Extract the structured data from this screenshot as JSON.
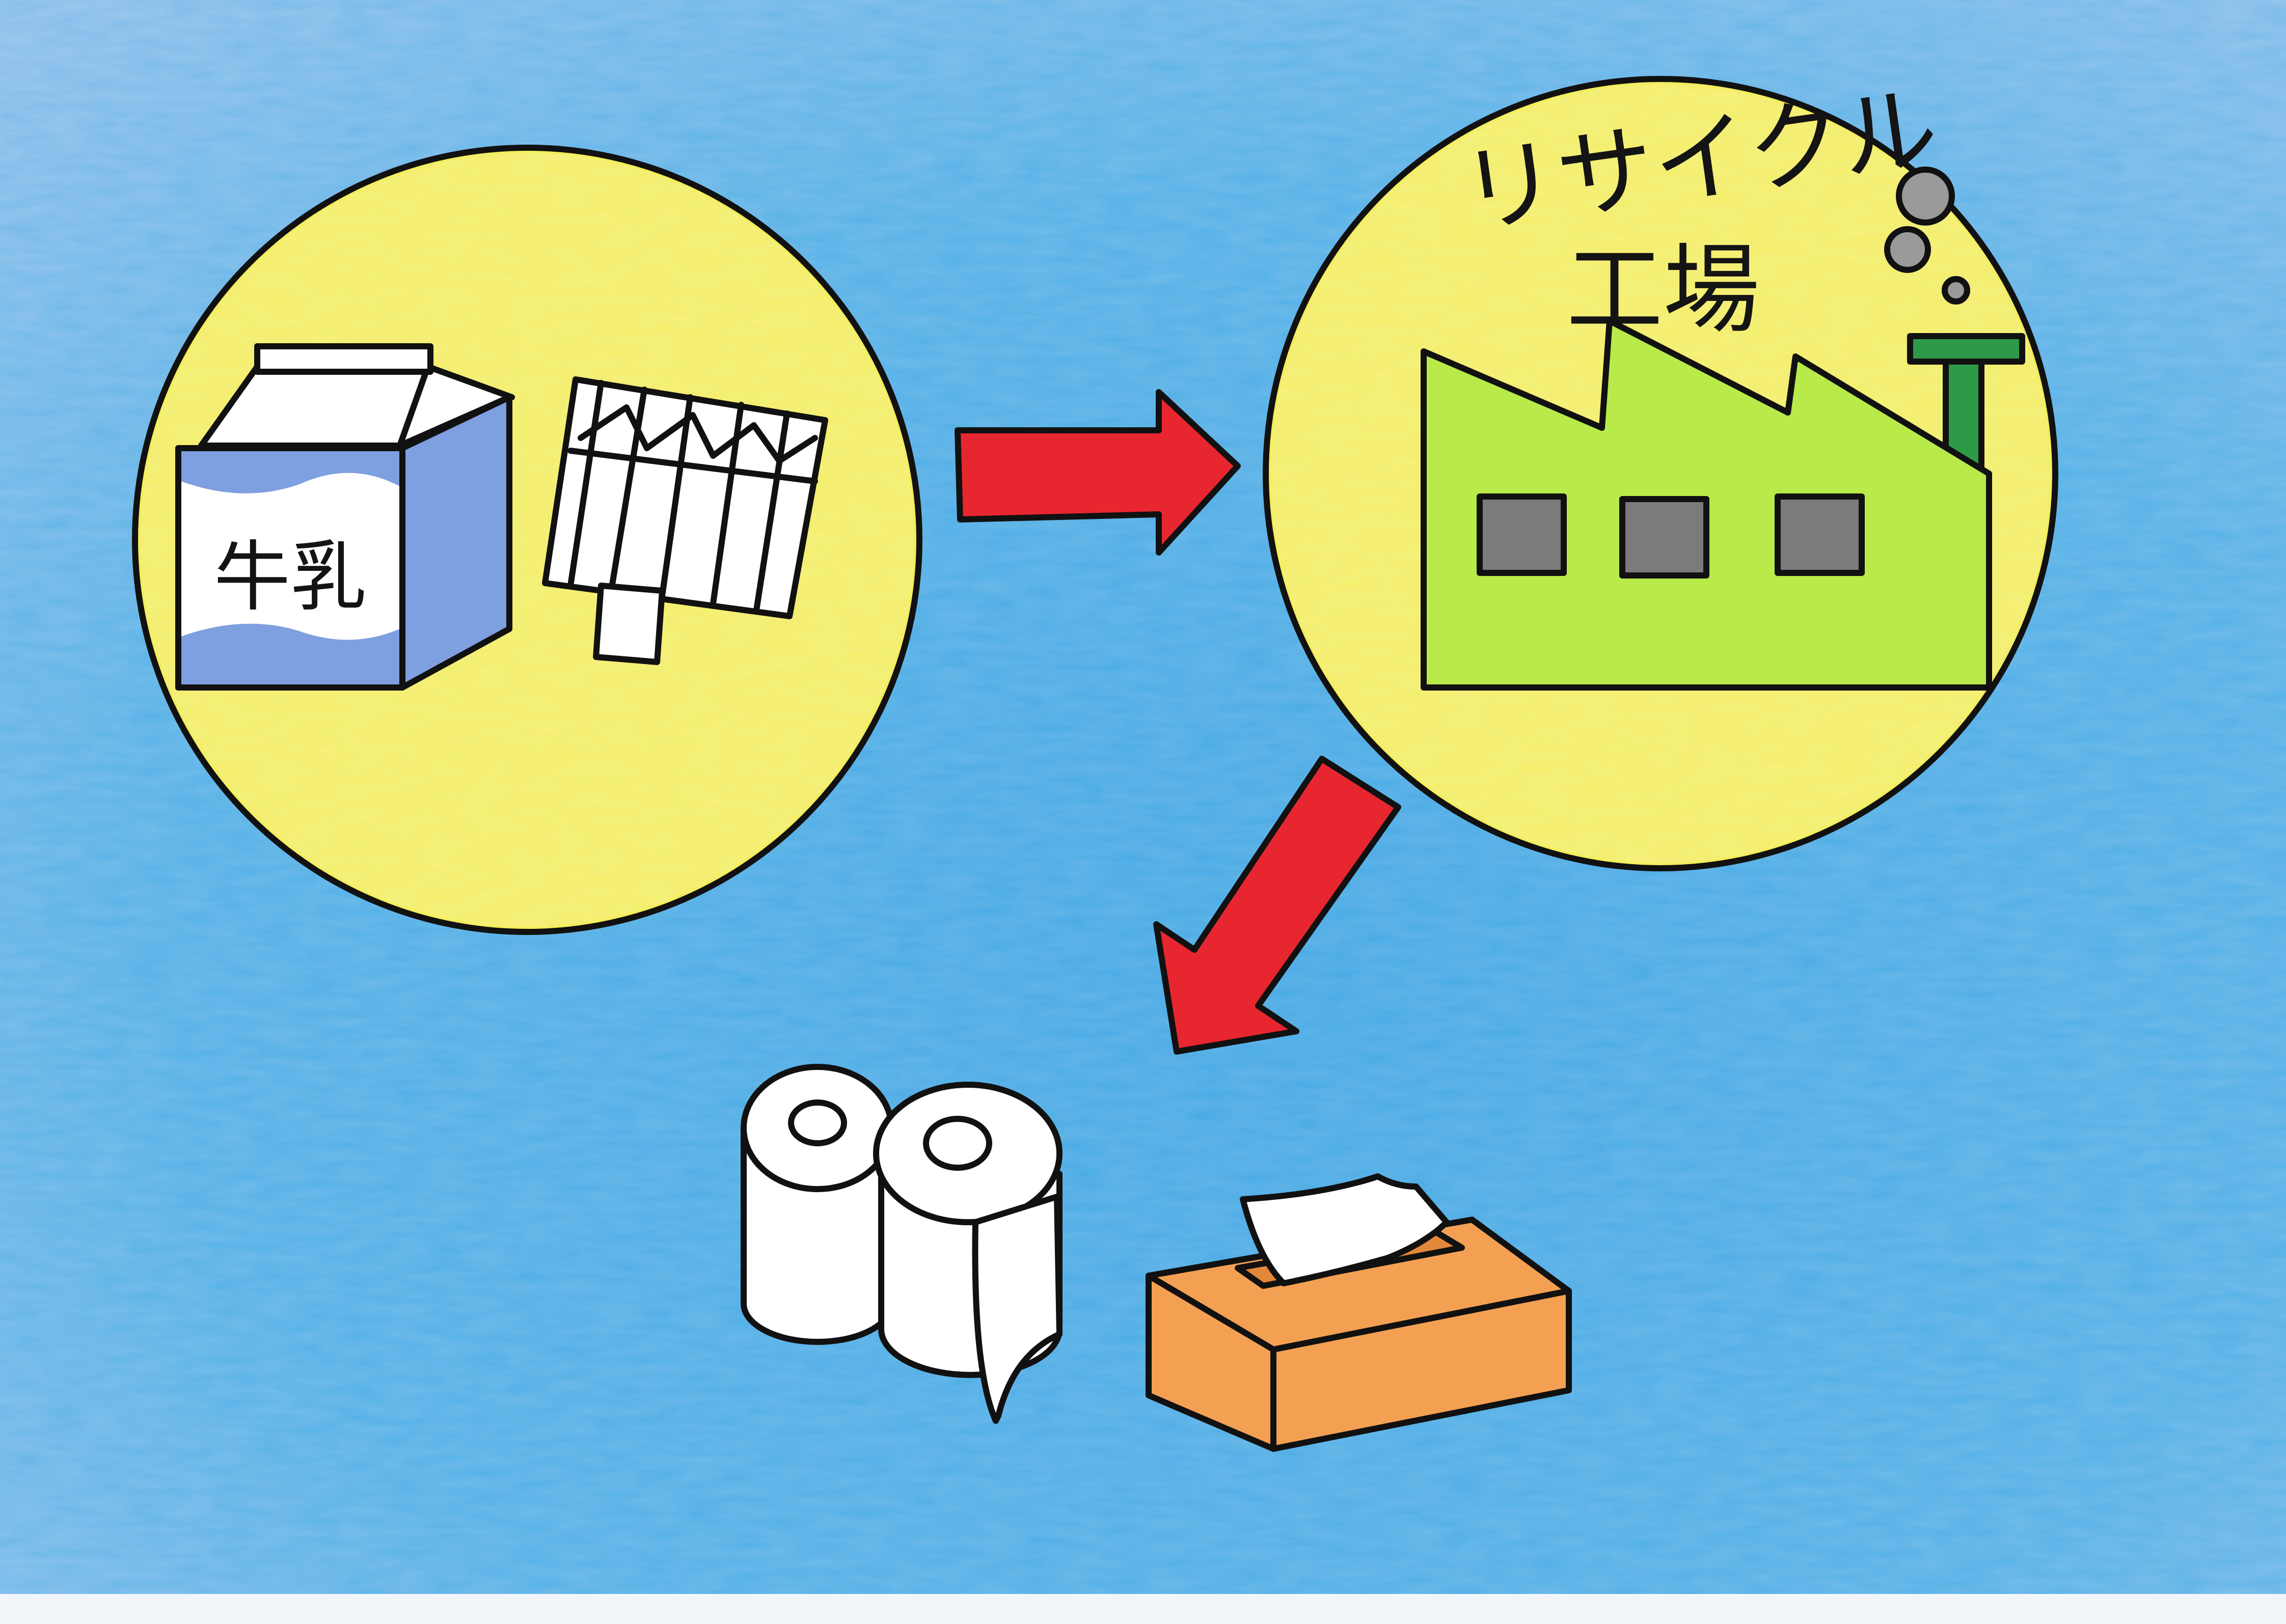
{
  "drawing": {
    "milk_carton_label": "牛乳",
    "factory_title_line1": "リサイクル",
    "factory_title_line2": "工場"
  },
  "colors": {
    "background_blue": "#4fb0e6",
    "circle_yellow": "#f3ee5a",
    "carton_blue": "#7e9fe0",
    "factory_green": "#b8ea4a",
    "chimney_green": "#2e9a48",
    "window_gray": "#7b7b7b",
    "arrow_red": "#e8262f",
    "tissue_box_orange": "#f4a053",
    "paper_white": "#ffffff",
    "smoke_gray": "#9a9a9a"
  },
  "icons": [
    "milk-carton-icon",
    "flattened-carton-icon",
    "factory-icon",
    "smoke-icon",
    "arrow-right-icon",
    "arrow-down-left-icon",
    "toilet-paper-icon",
    "tissue-box-icon"
  ]
}
